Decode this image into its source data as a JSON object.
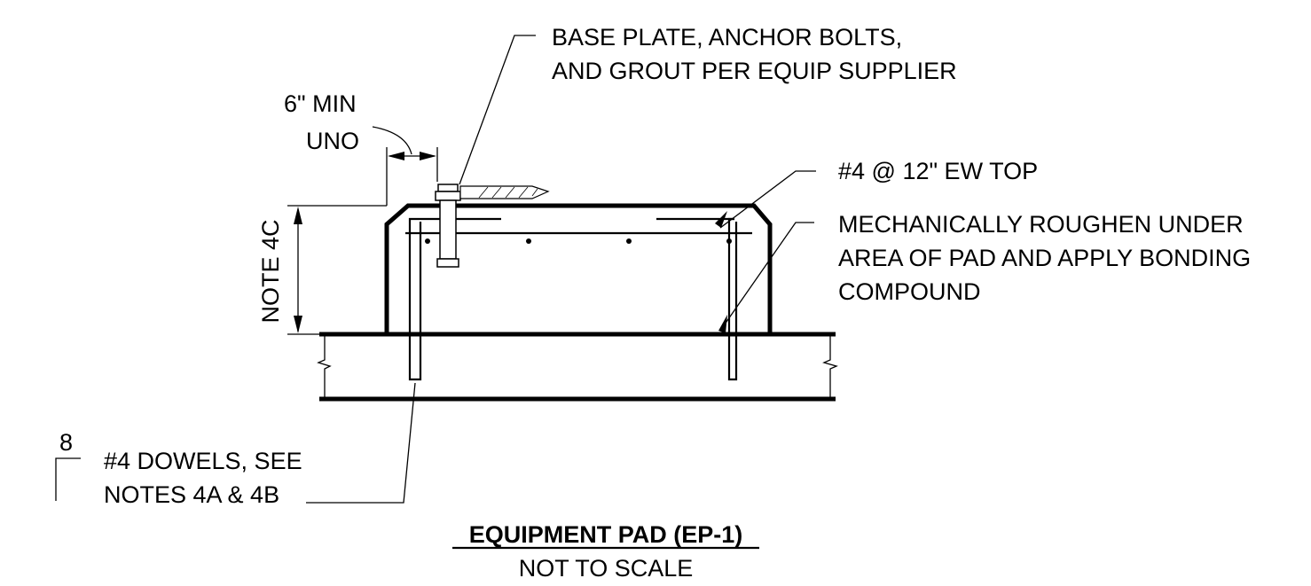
{
  "labels": {
    "base_plate_line1": "BASE PLATE, ANCHOR BOLTS,",
    "base_plate_line2": "AND GROUT PER EQUIP SUPPLIER",
    "min_line1": "6\" MIN",
    "min_line2": "UNO",
    "top_rebar": "#4 @ 12\" EW TOP",
    "roughen_line1": "MECHANICALLY ROUGHEN UNDER",
    "roughen_line2": "AREA OF PAD AND APPLY BONDING",
    "roughen_line3": "COMPOUND",
    "note_height": "NOTE 4C",
    "section_ref": "8",
    "dowels_line1": "#4 DOWELS, SEE",
    "dowels_line2": "NOTES 4A & 4B"
  },
  "title": {
    "main": "EQUIPMENT PAD (EP-1)",
    "scale": "NOT TO SCALE"
  }
}
